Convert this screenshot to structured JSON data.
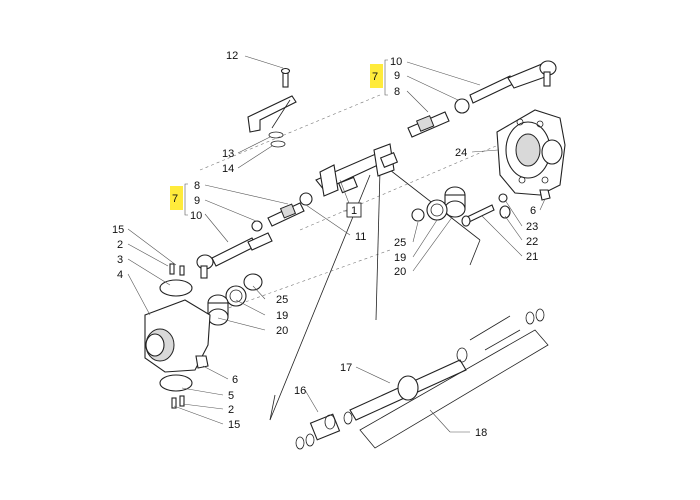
{
  "callouts": {
    "c12": "12",
    "c13": "13",
    "c14": "14",
    "c10a": "10",
    "c9a": "9",
    "c8a": "8",
    "c7a": "7",
    "c24": "24",
    "c6a": "6",
    "c23": "23",
    "c22": "22",
    "c21": "21",
    "c1": "1",
    "c11": "11",
    "c8b": "8",
    "c9b": "9",
    "c10b": "10",
    "c7b": "7",
    "c25a": "25",
    "c19a": "19",
    "c20a": "20",
    "c15a": "15",
    "c2a": "2",
    "c3": "3",
    "c4": "4",
    "c25b": "25",
    "c19b": "19",
    "c20b": "20",
    "c6b": "6",
    "c5": "5",
    "c2b": "2",
    "c15b": "15",
    "c17": "17",
    "c16": "16",
    "c18": "18"
  },
  "highlight_color": "#ffeb3b"
}
